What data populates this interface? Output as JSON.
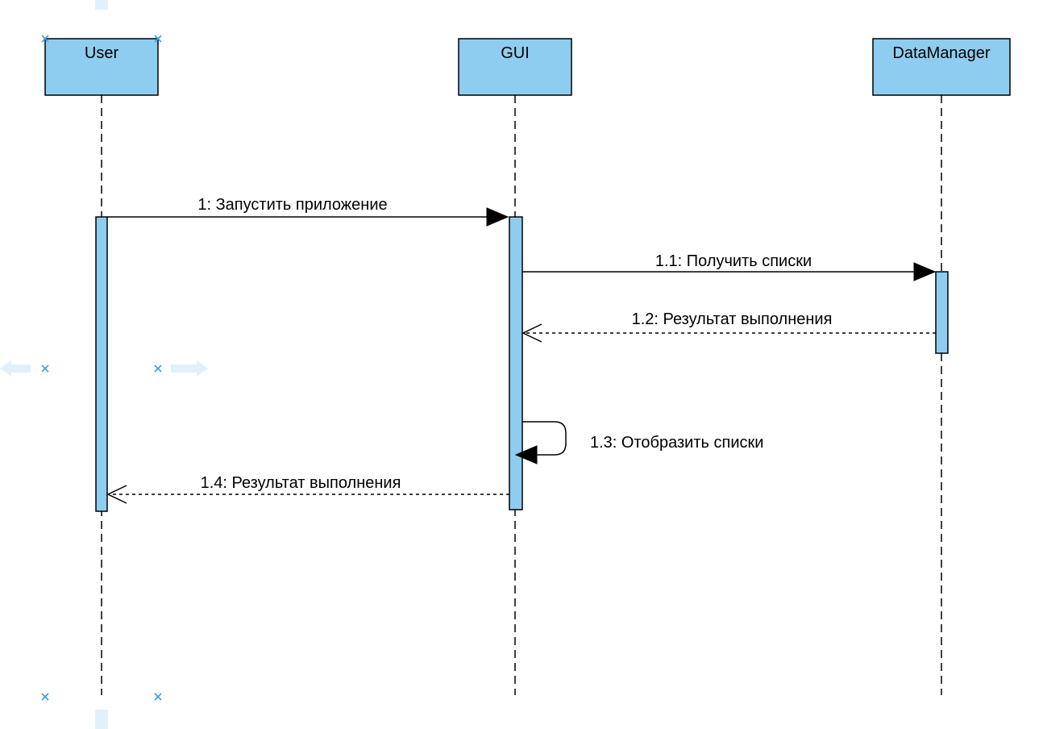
{
  "diagram": {
    "lifelines": [
      {
        "id": "user",
        "name": "User"
      },
      {
        "id": "gui",
        "name": "GUI"
      },
      {
        "id": "datamanager",
        "name": "DataManager"
      }
    ],
    "messages": [
      {
        "id": "m1",
        "label": "1: Запустить приложение",
        "from": "user",
        "to": "gui",
        "kind": "sync"
      },
      {
        "id": "m11",
        "label": "1.1: Получить списки",
        "from": "gui",
        "to": "datamanager",
        "kind": "sync"
      },
      {
        "id": "m12",
        "label": "1.2: Результат выполнения",
        "from": "datamanager",
        "to": "gui",
        "kind": "return"
      },
      {
        "id": "m13",
        "label": "1.3: Отобразить списки",
        "from": "gui",
        "to": "gui",
        "kind": "self"
      },
      {
        "id": "m14",
        "label": "1.4: Результат выполнения",
        "from": "gui",
        "to": "user",
        "kind": "return"
      }
    ]
  },
  "colors": {
    "box_fill": "#8ecdf0",
    "stroke": "#000000",
    "selection_handle": "#3aa0e0",
    "guide_arrow": "#e1f1fb"
  },
  "icons": {
    "selection_handle": "x-handle-icon",
    "guide_arrows": "arrow-guide-icon"
  }
}
